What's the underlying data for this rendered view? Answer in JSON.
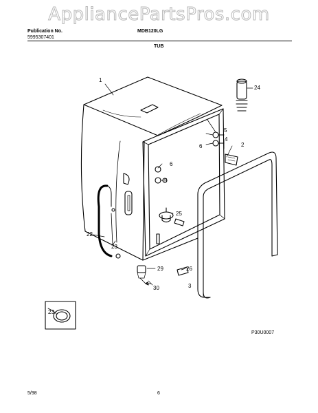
{
  "watermark": "AppliancePartsPros.com",
  "header": {
    "publication_label": "Publication No.",
    "publication_number": "5995307401",
    "model": "MDB120LG",
    "section_title": "TUB"
  },
  "parts": {
    "tub": "1",
    "bracket": "2",
    "tube": "3",
    "screw_top": "4",
    "nut_right": "5",
    "bolt_right": "6",
    "bolt_left": "6",
    "nut_left": "5",
    "hose_22": "22",
    "clamp_23": "23",
    "float_cap": "24",
    "vent": "25",
    "clip": "26",
    "part_29": "29",
    "part_30": "30",
    "inset_23": "23"
  },
  "figure_code": "P30U0007",
  "footer": {
    "date": "5/98",
    "page": "6"
  }
}
